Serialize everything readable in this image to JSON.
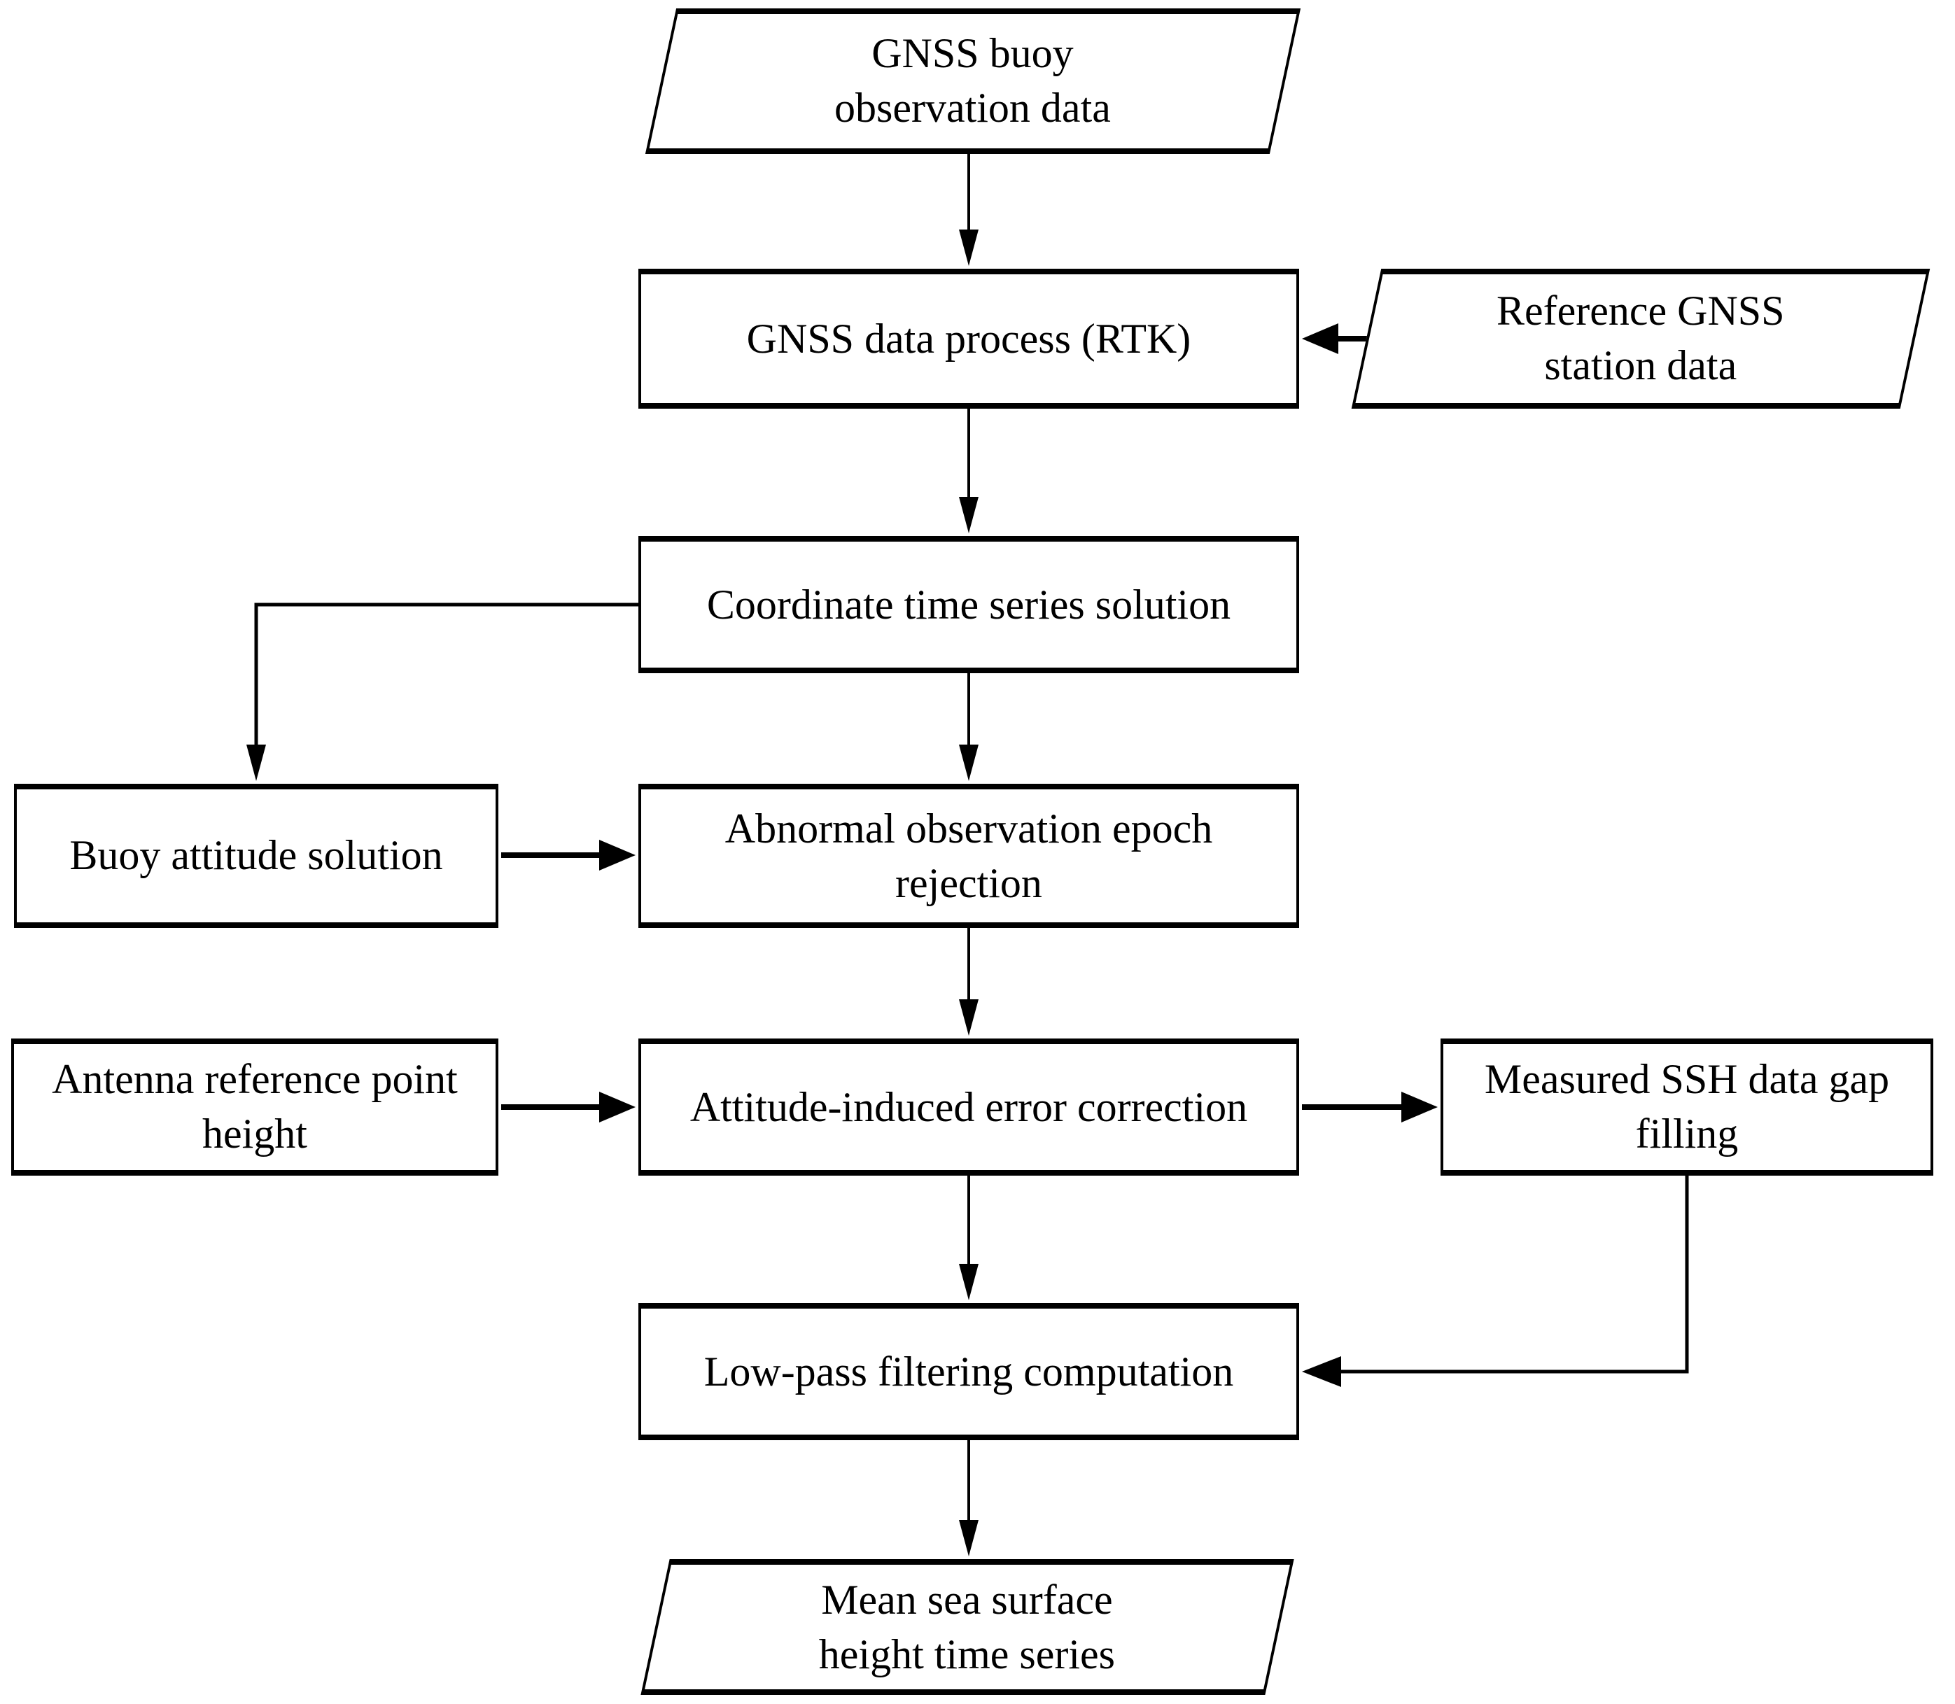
{
  "figure": {
    "kind": "flowchart",
    "background_color": "#ffffff",
    "stroke_color": "#000000",
    "text_color": "#000000",
    "nodes": {
      "gnss_buoy_obs": {
        "shape": "parallelogram",
        "label": "GNSS buoy\nobservation data"
      },
      "gnss_data_process": {
        "shape": "rectangle",
        "label": "GNSS data process (RTK)"
      },
      "ref_gnss_station": {
        "shape": "parallelogram",
        "label": "Reference GNSS\nstation data"
      },
      "coord_time_series": {
        "shape": "rectangle",
        "label": "Coordinate time series solution"
      },
      "buoy_attitude": {
        "shape": "rectangle",
        "label": "Buoy attitude solution"
      },
      "abnormal_rejection": {
        "shape": "rectangle",
        "label": "Abnormal observation epoch\nrejection"
      },
      "antenna_height": {
        "shape": "rectangle",
        "label": "Antenna reference point\nheight"
      },
      "attitude_correction": {
        "shape": "rectangle",
        "label": "Attitude-induced error correction"
      },
      "measured_ssh": {
        "shape": "rectangle",
        "label": "Measured SSH data gap\nfilling"
      },
      "lowpass": {
        "shape": "rectangle",
        "label": "Low-pass filtering computation"
      },
      "mean_ssh": {
        "shape": "parallelogram",
        "label": "Mean sea surface\nheight time series"
      }
    },
    "edges": [
      {
        "from": "gnss_buoy_obs",
        "to": "gnss_data_process"
      },
      {
        "from": "ref_gnss_station",
        "to": "gnss_data_process"
      },
      {
        "from": "gnss_data_process",
        "to": "coord_time_series"
      },
      {
        "from": "coord_time_series",
        "to": "buoy_attitude"
      },
      {
        "from": "coord_time_series",
        "to": "abnormal_rejection"
      },
      {
        "from": "buoy_attitude",
        "to": "abnormal_rejection"
      },
      {
        "from": "abnormal_rejection",
        "to": "attitude_correction"
      },
      {
        "from": "antenna_height",
        "to": "attitude_correction"
      },
      {
        "from": "attitude_correction",
        "to": "measured_ssh"
      },
      {
        "from": "attitude_correction",
        "to": "lowpass"
      },
      {
        "from": "measured_ssh",
        "to": "lowpass"
      },
      {
        "from": "lowpass",
        "to": "mean_ssh"
      }
    ]
  }
}
